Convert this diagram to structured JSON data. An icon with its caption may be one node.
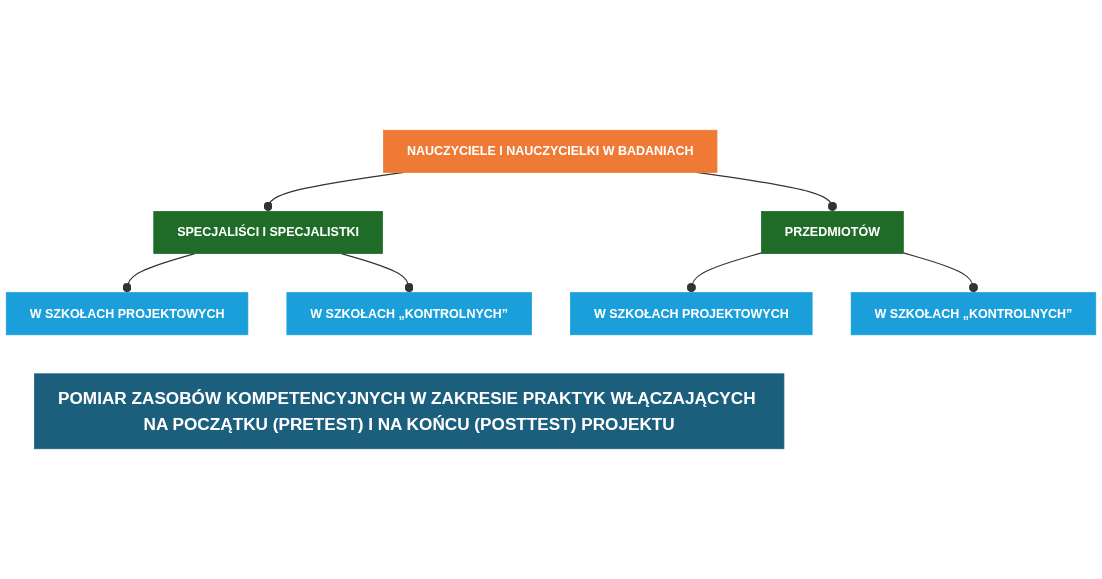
{
  "diagram": {
    "nodes": [
      {
        "text": [
          "NAUCZYCIELE I NAUCZYCIELKI W BADANIACH"
        ]
      },
      {
        "text": [
          "SPECJALIŚCI I SPECJALISTKI"
        ]
      },
      {
        "text": [
          "PRZEDMIOTÓW"
        ]
      },
      {
        "text": [
          "W SZKOŁACH PROJEKTOWYCH"
        ]
      },
      {
        "text": [
          "W SZKOŁACH „KONTROLNYCH”"
        ]
      },
      {
        "text": [
          "W SZKOŁACH PROJEKTOWYCH"
        ]
      },
      {
        "text": [
          "W SZKOŁACH „KONTROLNYCH”"
        ]
      },
      {
        "text": [
          "POMIAR ZASOBÓW KOMPETENCYJNYCH W ZAKRESIE PRAKTYK WŁĄCZAJĄCYCH NA POCZĄTKU (PRETEST) I NA KOŃCU (POSTTEST) PROJEKTU"
        ]
      }
    ],
    "edges": [
      {
        "from": 0,
        "to": 1,
        "arrow": "other"
      },
      {
        "from": 0,
        "to": 2,
        "arrow": "other"
      },
      {
        "from": 1,
        "to": 3,
        "arrow": "other"
      },
      {
        "from": 1,
        "to": 4,
        "arrow": "other"
      },
      {
        "from": 2,
        "to": 5,
        "arrow": "other"
      },
      {
        "from": 2,
        "to": 6,
        "arrow": "other"
      }
    ]
  }
}
